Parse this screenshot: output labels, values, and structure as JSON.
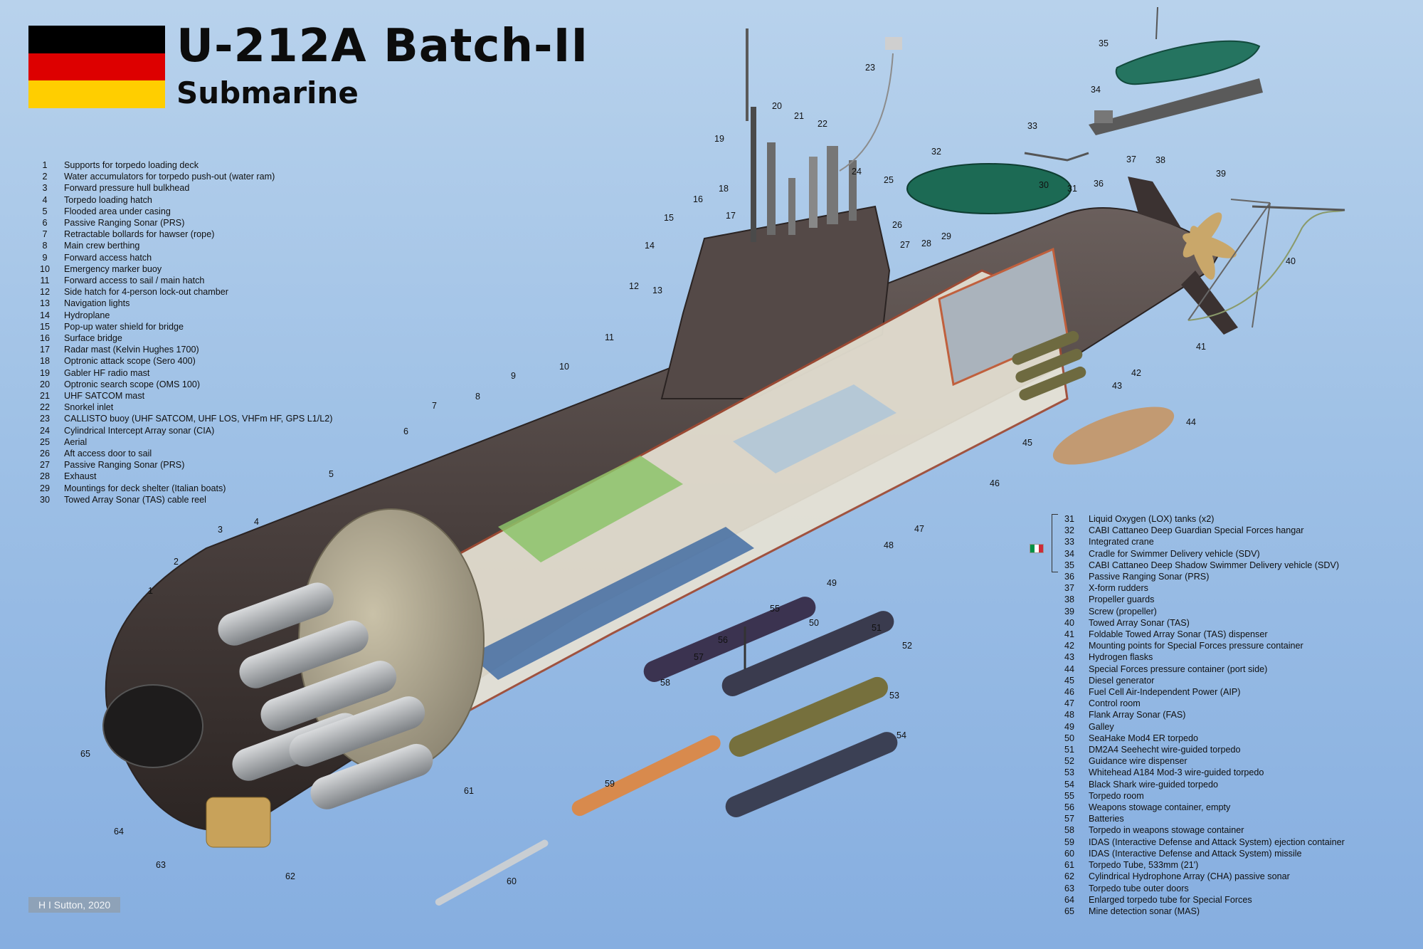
{
  "header": {
    "title": "U-212A Batch-II",
    "subtitle": "Submarine"
  },
  "flag_colors": [
    "#000000",
    "#dd0000",
    "#ffce00"
  ],
  "italy_flag_colors": [
    "#009246",
    "#ffffff",
    "#ce2b37"
  ],
  "legend_left": [
    {
      "n": "1",
      "label": "Supports for torpedo loading deck"
    },
    {
      "n": "2",
      "label": "Water accumulators for torpedo push-out (water ram)"
    },
    {
      "n": "3",
      "label": "Forward pressure hull bulkhead"
    },
    {
      "n": "4",
      "label": "Torpedo loading hatch"
    },
    {
      "n": "5",
      "label": "Flooded area under casing"
    },
    {
      "n": "6",
      "label": "Passive Ranging Sonar (PRS)"
    },
    {
      "n": "7",
      "label": "Retractable bollards for hawser (rope)"
    },
    {
      "n": "8",
      "label": "Main crew berthing"
    },
    {
      "n": "9",
      "label": "Forward access hatch"
    },
    {
      "n": "10",
      "label": "Emergency marker buoy"
    },
    {
      "n": "11",
      "label": "Forward access to sail / main hatch"
    },
    {
      "n": "12",
      "label": "Side hatch for 4-person lock-out chamber"
    },
    {
      "n": "13",
      "label": "Navigation lights"
    },
    {
      "n": "14",
      "label": "Hydroplane"
    },
    {
      "n": "15",
      "label": "Pop-up water shield for bridge"
    },
    {
      "n": "16",
      "label": "Surface bridge"
    },
    {
      "n": "17",
      "label": "Radar mast (Kelvin Hughes 1700)"
    },
    {
      "n": "18",
      "label": "Optronic attack scope (Sero 400)"
    },
    {
      "n": "19",
      "label": "Gabler HF radio mast"
    },
    {
      "n": "20",
      "label": "Optronic search scope (OMS 100)"
    },
    {
      "n": "21",
      "label": "UHF SATCOM mast"
    },
    {
      "n": "22",
      "label": "Snorkel inlet"
    },
    {
      "n": "23",
      "label": "CALLISTO buoy (UHF SATCOM, UHF LOS, VHFm HF, GPS L1/L2)"
    },
    {
      "n": "24",
      "label": "Cylindrical Intercept Array sonar (CIA)"
    },
    {
      "n": "25",
      "label": "Aerial"
    },
    {
      "n": "26",
      "label": "Aft access door to sail"
    },
    {
      "n": "27",
      "label": "Passive Ranging Sonar (PRS)"
    },
    {
      "n": "28",
      "label": "Exhaust"
    },
    {
      "n": "29",
      "label": "Mountings for deck shelter (Italian boats)"
    },
    {
      "n": "30",
      "label": "Towed Array Sonar (TAS) cable reel"
    }
  ],
  "legend_right": [
    {
      "n": "31",
      "label": "Liquid Oxygen (LOX) tanks (x2)"
    },
    {
      "n": "32",
      "label": "CABI Cattaneo Deep Guardian Special Forces hangar"
    },
    {
      "n": "33",
      "label": "Integrated crane"
    },
    {
      "n": "34",
      "label": "Cradle for Swimmer Delivery vehicle (SDV)"
    },
    {
      "n": "35",
      "label": "CABI Cattaneo Deep Shadow Swimmer Delivery vehicle (SDV)"
    },
    {
      "n": "36",
      "label": "Passive Ranging Sonar (PRS)"
    },
    {
      "n": "37",
      "label": "X-form rudders"
    },
    {
      "n": "38",
      "label": "Propeller guards"
    },
    {
      "n": "39",
      "label": "Screw (propeller)"
    },
    {
      "n": "40",
      "label": "Towed Array Sonar (TAS)"
    },
    {
      "n": "41",
      "label": "Foldable Towed Array Sonar (TAS) dispenser"
    },
    {
      "n": "42",
      "label": "Mounting points for Special Forces pressure container"
    },
    {
      "n": "43",
      "label": "Hydrogen flasks"
    },
    {
      "n": "44",
      "label": "Special Forces pressure container (port side)"
    },
    {
      "n": "45",
      "label": "Diesel generator"
    },
    {
      "n": "46",
      "label": "Fuel Cell Air-Independent Power (AIP)"
    },
    {
      "n": "47",
      "label": "Control room"
    },
    {
      "n": "48",
      "label": "Flank Array Sonar (FAS)"
    },
    {
      "n": "49",
      "label": "Galley"
    },
    {
      "n": "50",
      "label": "SeaHake Mod4 ER torpedo"
    },
    {
      "n": "51",
      "label": "DM2A4 Seehecht wire-guided torpedo"
    },
    {
      "n": "52",
      "label": "Guidance wire dispenser"
    },
    {
      "n": "53",
      "label": "Whitehead A184 Mod-3 wire-guided torpedo"
    },
    {
      "n": "54",
      "label": "Black Shark wire-guided torpedo"
    },
    {
      "n": "55",
      "label": "Torpedo room"
    },
    {
      "n": "56",
      "label": "Weapons stowage container, empty"
    },
    {
      "n": "57",
      "label": "Batteries"
    },
    {
      "n": "58",
      "label": "Torpedo in weapons stowage container"
    },
    {
      "n": "59",
      "label": "IDAS (Interactive Defense and Attack System) ejection container"
    },
    {
      "n": "60",
      "label": "IDAS (Interactive Defense and Attack System) missile"
    },
    {
      "n": "61",
      "label": "Torpedo Tube, 533mm (21')"
    },
    {
      "n": "62",
      "label": "Cylindrical Hydrophone Array (CHA) passive sonar"
    },
    {
      "n": "63",
      "label": "Torpedo tube outer doors"
    },
    {
      "n": "64",
      "label": "Enlarged torpedo tube for Special Forces"
    },
    {
      "n": "65",
      "label": "Mine detection sonar (MAS)"
    }
  ],
  "credit": "H I Sutton, 2020"
}
